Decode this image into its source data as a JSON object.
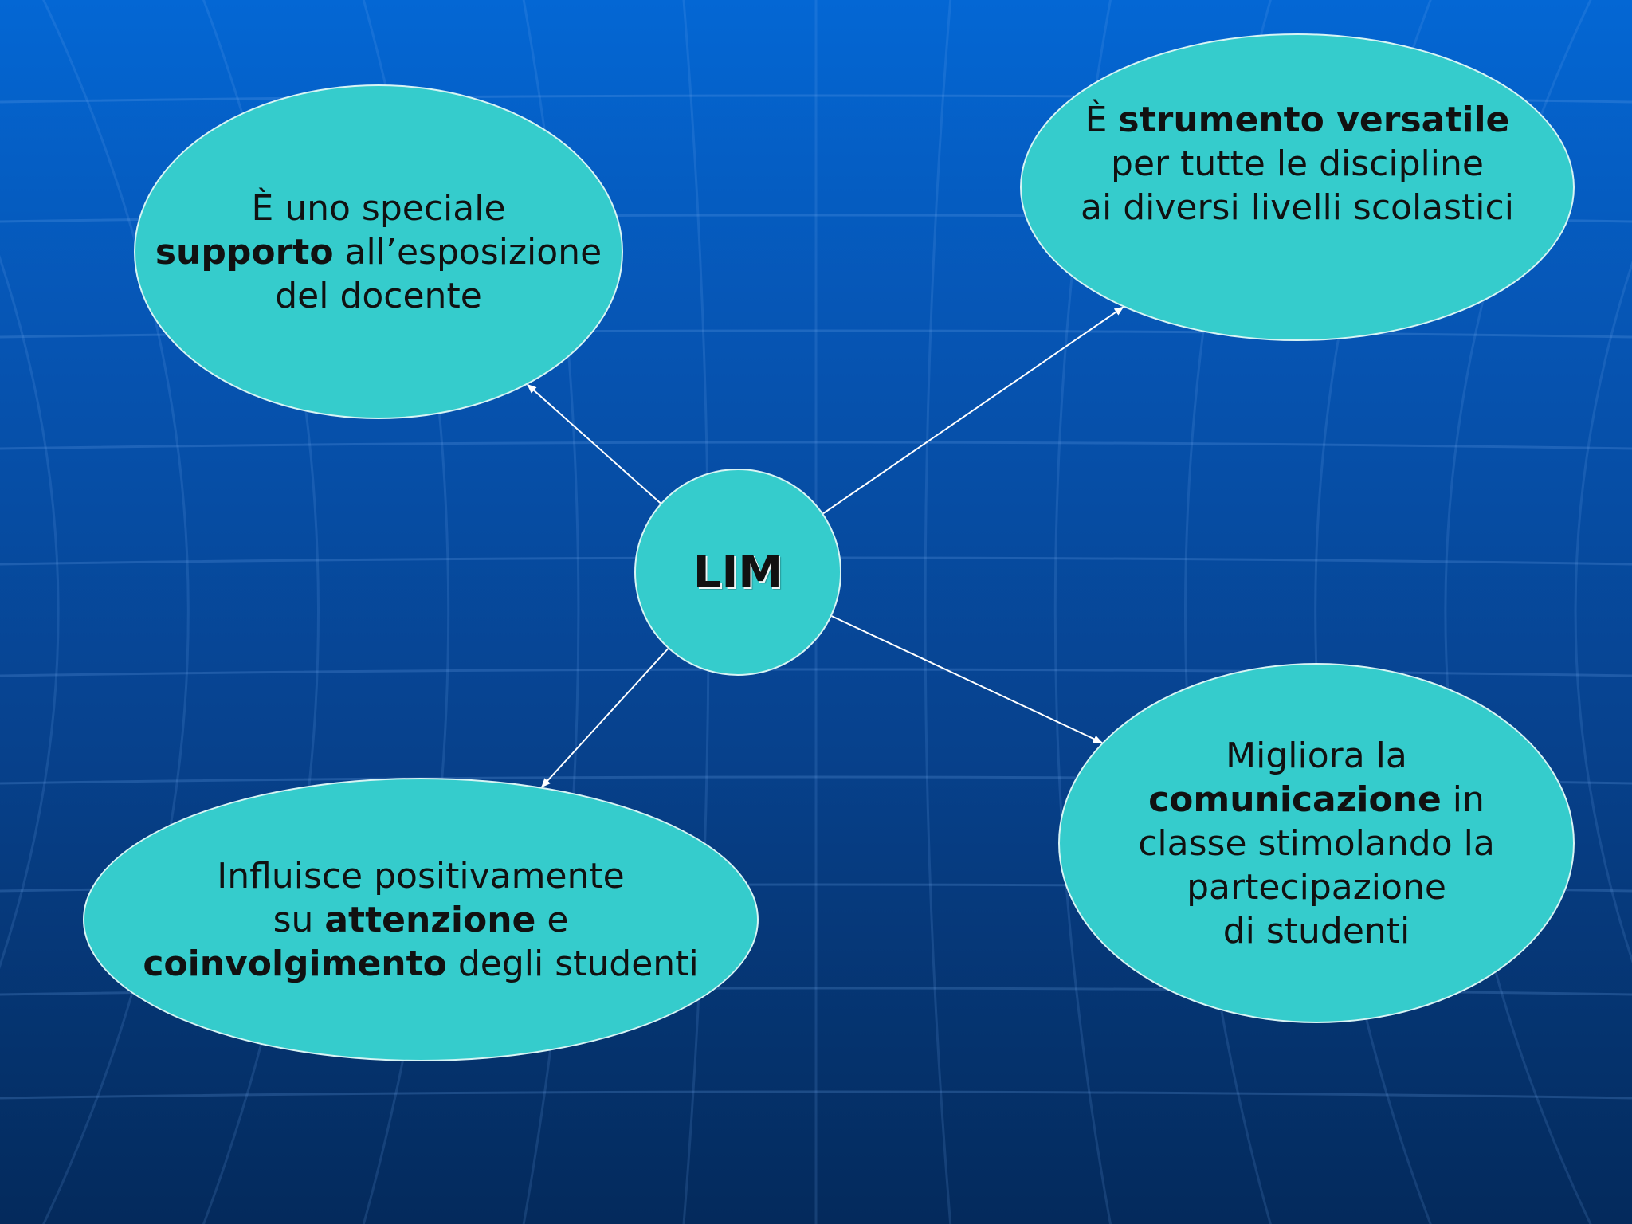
{
  "colors": {
    "background_top": "#0467d4",
    "background_bottom": "#042a5c",
    "node_fill": "#35cccc",
    "node_border": "#d8f4f4",
    "connector": "#ffffff",
    "text": "#111111"
  },
  "diagram": {
    "center": {
      "label": "LIM"
    },
    "nodes": [
      {
        "id": "supporto",
        "lines": [
          [
            {
              "t": "È uno speciale",
              "b": false
            }
          ],
          [
            {
              "t": "supporto",
              "b": true
            },
            {
              "t": " all’esposizione",
              "b": false
            }
          ],
          [
            {
              "t": "del docente",
              "b": false
            }
          ]
        ]
      },
      {
        "id": "strumento",
        "lines": [
          [
            {
              "t": "È ",
              "b": false
            },
            {
              "t": "strumento versatile",
              "b": true
            }
          ],
          [
            {
              "t": "per tutte le discipline",
              "b": false
            }
          ],
          [
            {
              "t": "ai diversi livelli scolastici",
              "b": false
            }
          ]
        ]
      },
      {
        "id": "influisce",
        "lines": [
          [
            {
              "t": "Influisce positivamente",
              "b": false
            }
          ],
          [
            {
              "t": "su ",
              "b": false
            },
            {
              "t": "attenzione",
              "b": true
            },
            {
              "t": " e",
              "b": false
            }
          ],
          [
            {
              "t": "coinvolgimento",
              "b": true
            },
            {
              "t": " degli studenti",
              "b": false
            }
          ]
        ]
      },
      {
        "id": "migliora",
        "lines": [
          [
            {
              "t": "Migliora la",
              "b": false
            }
          ],
          [
            {
              "t": "comunicazione",
              "b": true
            },
            {
              "t": " in",
              "b": false
            }
          ],
          [
            {
              "t": "classe stimolando la",
              "b": false
            }
          ],
          [
            {
              "t": "partecipazione",
              "b": false
            }
          ],
          [
            {
              "t": "di studenti",
              "b": false
            }
          ]
        ]
      }
    ],
    "edges": [
      {
        "from": "center",
        "to": "supporto"
      },
      {
        "from": "center",
        "to": "strumento"
      },
      {
        "from": "center",
        "to": "influisce"
      },
      {
        "from": "center",
        "to": "migliora"
      }
    ]
  }
}
